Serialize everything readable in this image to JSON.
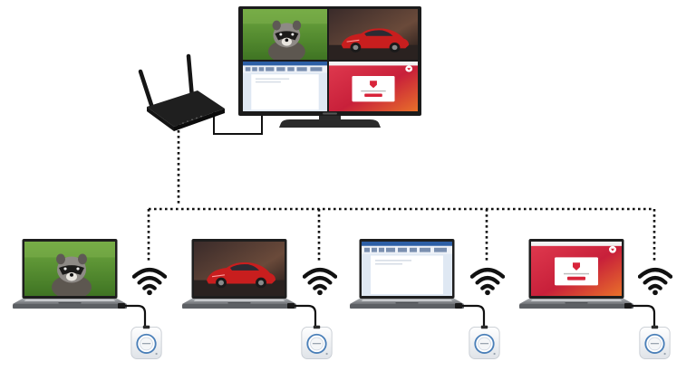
{
  "diagram": {
    "nodes": [
      {
        "id": "tv",
        "kind": "display",
        "screen_panels": [
          "raccoon-photo",
          "red-sports-car-photo",
          "document-editor-window",
          "app-dialog-window"
        ]
      },
      {
        "id": "router",
        "kind": "wireless-router"
      },
      {
        "id": "laptop-1",
        "kind": "laptop",
        "screen_content": "raccoon-photo"
      },
      {
        "id": "laptop-2",
        "kind": "laptop",
        "screen_content": "red-sports-car-photo"
      },
      {
        "id": "laptop-3",
        "kind": "laptop",
        "screen_content": "document-editor-window"
      },
      {
        "id": "laptop-4",
        "kind": "laptop",
        "screen_content": "app-dialog-window"
      },
      {
        "id": "dongle-1",
        "kind": "wireless-dongle"
      },
      {
        "id": "dongle-2",
        "kind": "wireless-dongle"
      },
      {
        "id": "dongle-3",
        "kind": "wireless-dongle"
      },
      {
        "id": "dongle-4",
        "kind": "wireless-dongle"
      }
    ],
    "connections": [
      {
        "from": "router",
        "to": "tv",
        "style": "solid-cable"
      },
      {
        "from": "router",
        "to": "dongle-1",
        "style": "dotted-wireless"
      },
      {
        "from": "router",
        "to": "dongle-2",
        "style": "dotted-wireless"
      },
      {
        "from": "router",
        "to": "dongle-3",
        "style": "dotted-wireless"
      },
      {
        "from": "router",
        "to": "dongle-4",
        "style": "dotted-wireless"
      },
      {
        "from": "laptop-1",
        "to": "dongle-1",
        "style": "solid-cable"
      },
      {
        "from": "laptop-2",
        "to": "dongle-2",
        "style": "solid-cable"
      },
      {
        "from": "laptop-3",
        "to": "dongle-3",
        "style": "solid-cable"
      },
      {
        "from": "laptop-4",
        "to": "dongle-4",
        "style": "solid-cable"
      }
    ],
    "icons": [
      "wifi-icon",
      "router-icon",
      "tv-icon",
      "laptop-icon",
      "dongle-icon"
    ],
    "colors": {
      "line": "#111111",
      "screen_bezel": "#1e1e1e",
      "laptop_body": "#8a8d92",
      "grass": "#4f8a2e",
      "car_red": "#c81e1e",
      "app_red": "#d8243a",
      "dongle_ring": "#4a7fb8"
    }
  }
}
